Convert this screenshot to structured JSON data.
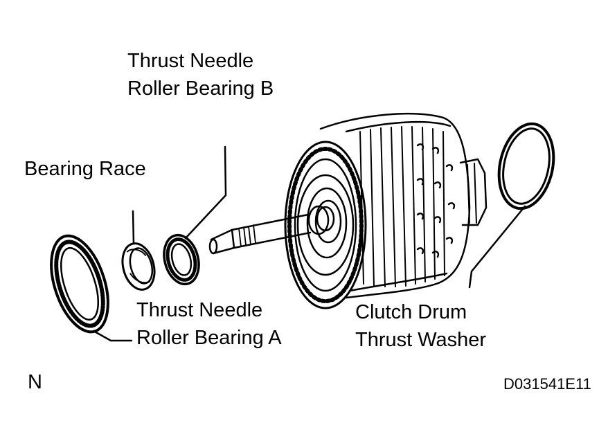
{
  "labels": {
    "bearing_b_line1": "Thrust Needle",
    "bearing_b_line2": "Roller Bearing B",
    "bearing_race": "Bearing Race",
    "bearing_a_line1": "Thrust Needle",
    "bearing_a_line2": "Roller Bearing A",
    "washer_line1": "Clutch Drum",
    "washer_line2": "Thrust Washer"
  },
  "corner": {
    "left": "N",
    "right": "D031541E11"
  },
  "colors": {
    "ink": "#000000",
    "paper": "#ffffff"
  }
}
